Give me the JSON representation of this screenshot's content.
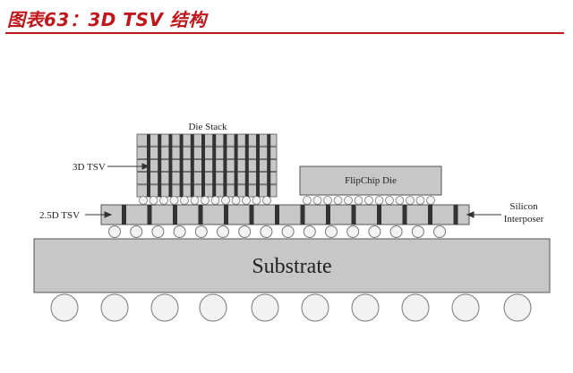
{
  "header": {
    "title": "图表63：3D TSV 结构"
  },
  "diagram": {
    "labels": {
      "die_stack": "Die Stack",
      "tsv_3d": "3D TSV",
      "tsv_25d": "2.5D TSV",
      "flipchip": "FlipChip Die",
      "interposer_line1": "Silicon",
      "interposer_line2": "Interposer",
      "substrate": "Substrate"
    },
    "colors": {
      "title": "#c0171c",
      "layer_fill": "#c7c7c7",
      "tsv_fill": "#333333",
      "outline": "#555555",
      "bump_fill": "#f2f2f2"
    }
  }
}
